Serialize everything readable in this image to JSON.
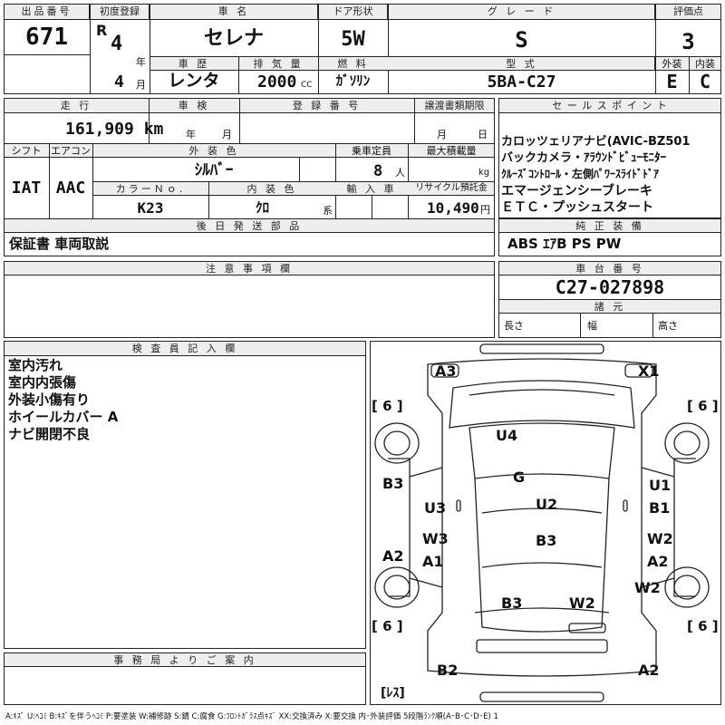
{
  "header": {
    "lot_label": "出品番号",
    "lot_value": "671",
    "first_reg_label": "初度登録",
    "era": "R",
    "year_value": "4",
    "year_unit": "年",
    "month_value": "4",
    "month_unit": "月",
    "car_name_label": "車 名",
    "car_name_value": "セレナ",
    "door_label": "ドア形状",
    "door_value": "5W",
    "grade_label": "グ レ ー ド",
    "grade_value": "S",
    "score_label": "評価点",
    "score_value": "3",
    "history_label": "車 歴",
    "history_value": "レンタ",
    "displacement_label": "排 気 量",
    "displacement_value": "2000",
    "displacement_unit": "CC",
    "fuel_label": "燃 料",
    "fuel_value": "ｶﾞｿﾘﾝ",
    "model_label": "型 式",
    "model_value": "5BA-C27",
    "exterior_label": "外装",
    "exterior_value": "E",
    "interior_label": "内装",
    "interior_value": "C"
  },
  "row2": {
    "mileage_label": "走 行",
    "mileage_value": "161,909 km",
    "inspection_label": "車 検",
    "inspection_year": "年",
    "inspection_month": "月",
    "registration_label": "登 録 番 号",
    "transfer_label": "譲渡書類期限",
    "transfer_month": "月",
    "transfer_day": "日",
    "shift_label": "シフト",
    "shift_value": "IAT",
    "ac_label": "エアコン",
    "ac_value": "AAC",
    "ext_color_label": "外 装 色",
    "ext_color_value": "ｼﾙﾊﾞｰ",
    "capacity_label": "乗車定員",
    "capacity_value": "8",
    "capacity_unit": "人",
    "load_label": "最大積載量",
    "load_unit": "kg",
    "color_no_label": "カラーＮｏ.",
    "color_no_value": "K23",
    "int_color_label": "内 装 色",
    "int_color_value": "ｸﾛ",
    "int_color_unit": "系",
    "import_label": "輸 入 車",
    "recycle_label": "リサイクル預託金",
    "recycle_value": "10,490",
    "recycle_unit": "円",
    "later_parts_label": "後 日 発 送 部 品",
    "later_parts_value": "保証書 車両取説"
  },
  "sales_points": {
    "label": "セ ー ル ス ポ イ ン ト",
    "lines": [
      "カロッツェリアナビ(AVIC-BZ501",
      "バックカメラ・ｱﾗｳﾝﾄﾞﾋﾞｭｰﾓﾆﾀｰ",
      "ｸﾙｰｽﾞｺﾝﾄﾛｰﾙ・左側ﾊﾟﾜｰｽﾗｲﾄﾞﾄﾞｱ",
      "エマージェンシーブレーキ",
      "ＥＴＣ・プッシュスタート"
    ]
  },
  "equipment": {
    "label": "純 正 装 備",
    "value": "ABS ｴｱB PS PW"
  },
  "caution": {
    "label": "注 意 事 項 欄"
  },
  "chassis": {
    "label": "車 台 番 号",
    "value": "C27-027898"
  },
  "specs": {
    "label": "諸 元",
    "length": "長さ",
    "width": "幅",
    "height": "高さ"
  },
  "inspector": {
    "label": "検 査 員 記 入 欄",
    "lines": [
      "室内汚れ",
      "室内内張傷",
      "外装小傷有り",
      "ホイールカバー A",
      "ナビ開閉不良"
    ]
  },
  "office": {
    "label": "事 務 局 よ り ご 案 内"
  },
  "diagram": {
    "tire_marks": [
      "[ 6 ]",
      "[ 6 ]",
      "[ 6 ]",
      "[ 6 ]"
    ],
    "spare": "[ﾚｽ]",
    "codes": [
      "A3",
      "X1",
      "U4",
      "G",
      "B3",
      "U1",
      "U3",
      "U2",
      "B1",
      "W3",
      "B3",
      "W2",
      "A2",
      "A1",
      "A2",
      "W2",
      "B3",
      "W2",
      "B2",
      "A2"
    ]
  },
  "legend": "A:ｷｽﾞ U:ﾍｺﾐ B:ｷｽﾞを伴うﾍｺﾐ P:要塗装 W:補修跡 S:錆 C:腐食 G:ﾌﾛﾝﾄｶﾞﾗｽ点ｷｽﾞ XX:交換済み X:要交換 内･外装評価 5段階ﾗﾝｸ順(A･B･C･D･E) 1"
}
